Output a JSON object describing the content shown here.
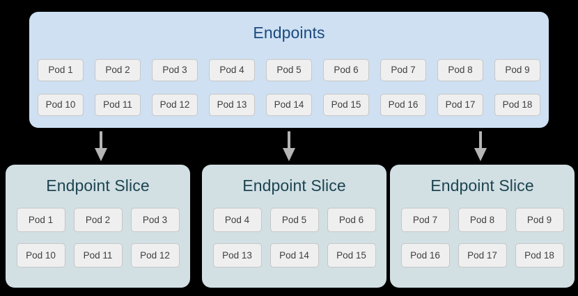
{
  "diagram": {
    "endpoints": {
      "title": "Endpoints",
      "bg_color": "#cfe0f3",
      "title_color": "#1b4a7c",
      "rows": [
        [
          "Pod 1",
          "Pod 2",
          "Pod 3",
          "Pod 4",
          "Pod 5",
          "Pod 6",
          "Pod 7",
          "Pod 8",
          "Pod 9"
        ],
        [
          "Pod 10",
          "Pod 11",
          "Pod 12",
          "Pod 13",
          "Pod 14",
          "Pod 15",
          "Pod 16",
          "Pod 17",
          "Pod 18"
        ]
      ]
    },
    "arrows": [
      {
        "name": "arrow-down-icon",
        "direction": "down"
      },
      {
        "name": "arrow-down-icon",
        "direction": "down"
      },
      {
        "name": "arrow-down-icon",
        "direction": "down"
      }
    ],
    "slices": [
      {
        "title": "Endpoint Slice",
        "bg_color": "#d2e0e4",
        "title_color": "#1d4450",
        "rows": [
          [
            "Pod 1",
            "Pod 2",
            "Pod 3"
          ],
          [
            "Pod 10",
            "Pod 11",
            "Pod 12"
          ]
        ]
      },
      {
        "title": "Endpoint Slice",
        "bg_color": "#d2e0e4",
        "title_color": "#1d4450",
        "rows": [
          [
            "Pod 4",
            "Pod 5",
            "Pod 6"
          ],
          [
            "Pod 13",
            "Pod 14",
            "Pod 15"
          ]
        ]
      },
      {
        "title": "Endpoint Slice",
        "bg_color": "#d2e0e4",
        "title_color": "#1d4450",
        "rows": [
          [
            "Pod 7",
            "Pod 8",
            "Pod 9"
          ],
          [
            "Pod 16",
            "Pod 17",
            "Pod 18"
          ]
        ]
      }
    ],
    "pod_style": {
      "bg_color": "#efefef",
      "border_color": "#c6c6c6",
      "text_color": "#3e3e3e"
    }
  }
}
